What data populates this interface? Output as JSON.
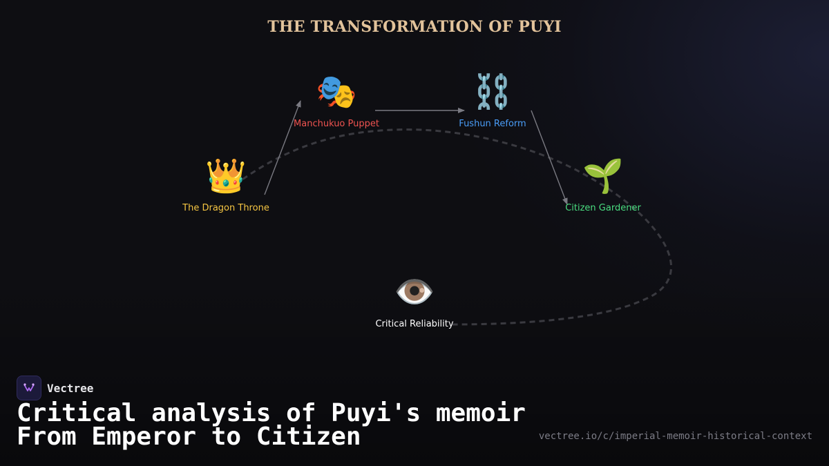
{
  "title": "THE TRANSFORMATION OF PUYI",
  "nodes": [
    {
      "id": "dragon-throne",
      "icon": "crown-icon",
      "glyph": "👑",
      "label": "The Dragon Throne",
      "color": "#f5c542"
    },
    {
      "id": "manchukuo-puppet",
      "icon": "theater-masks-icon",
      "glyph": "🎭",
      "label": "Manchukuo Puppet",
      "color": "#ef5350"
    },
    {
      "id": "fushun-reform",
      "icon": "chains-icon",
      "glyph": "⛓️",
      "label": "Fushun Reform",
      "color": "#4a9df8"
    },
    {
      "id": "citizen-gardener",
      "icon": "seedling-icon",
      "glyph": "🌱",
      "label": "Citizen Gardener",
      "color": "#4ade80"
    },
    {
      "id": "critical-reliability",
      "icon": "eye-icon",
      "glyph": "👁️",
      "label": "Critical Reliability",
      "color": "#ffffff"
    }
  ],
  "brand": {
    "name": "Vectree",
    "logo_icon": "vectree-logo-icon",
    "accent": "#b06cf5"
  },
  "headline": {
    "line1": "Critical analysis of Puyi's memoir",
    "line2": "From Emperor to Citizen"
  },
  "url": "vectree.io/c/imperial-memoir-historical-context"
}
